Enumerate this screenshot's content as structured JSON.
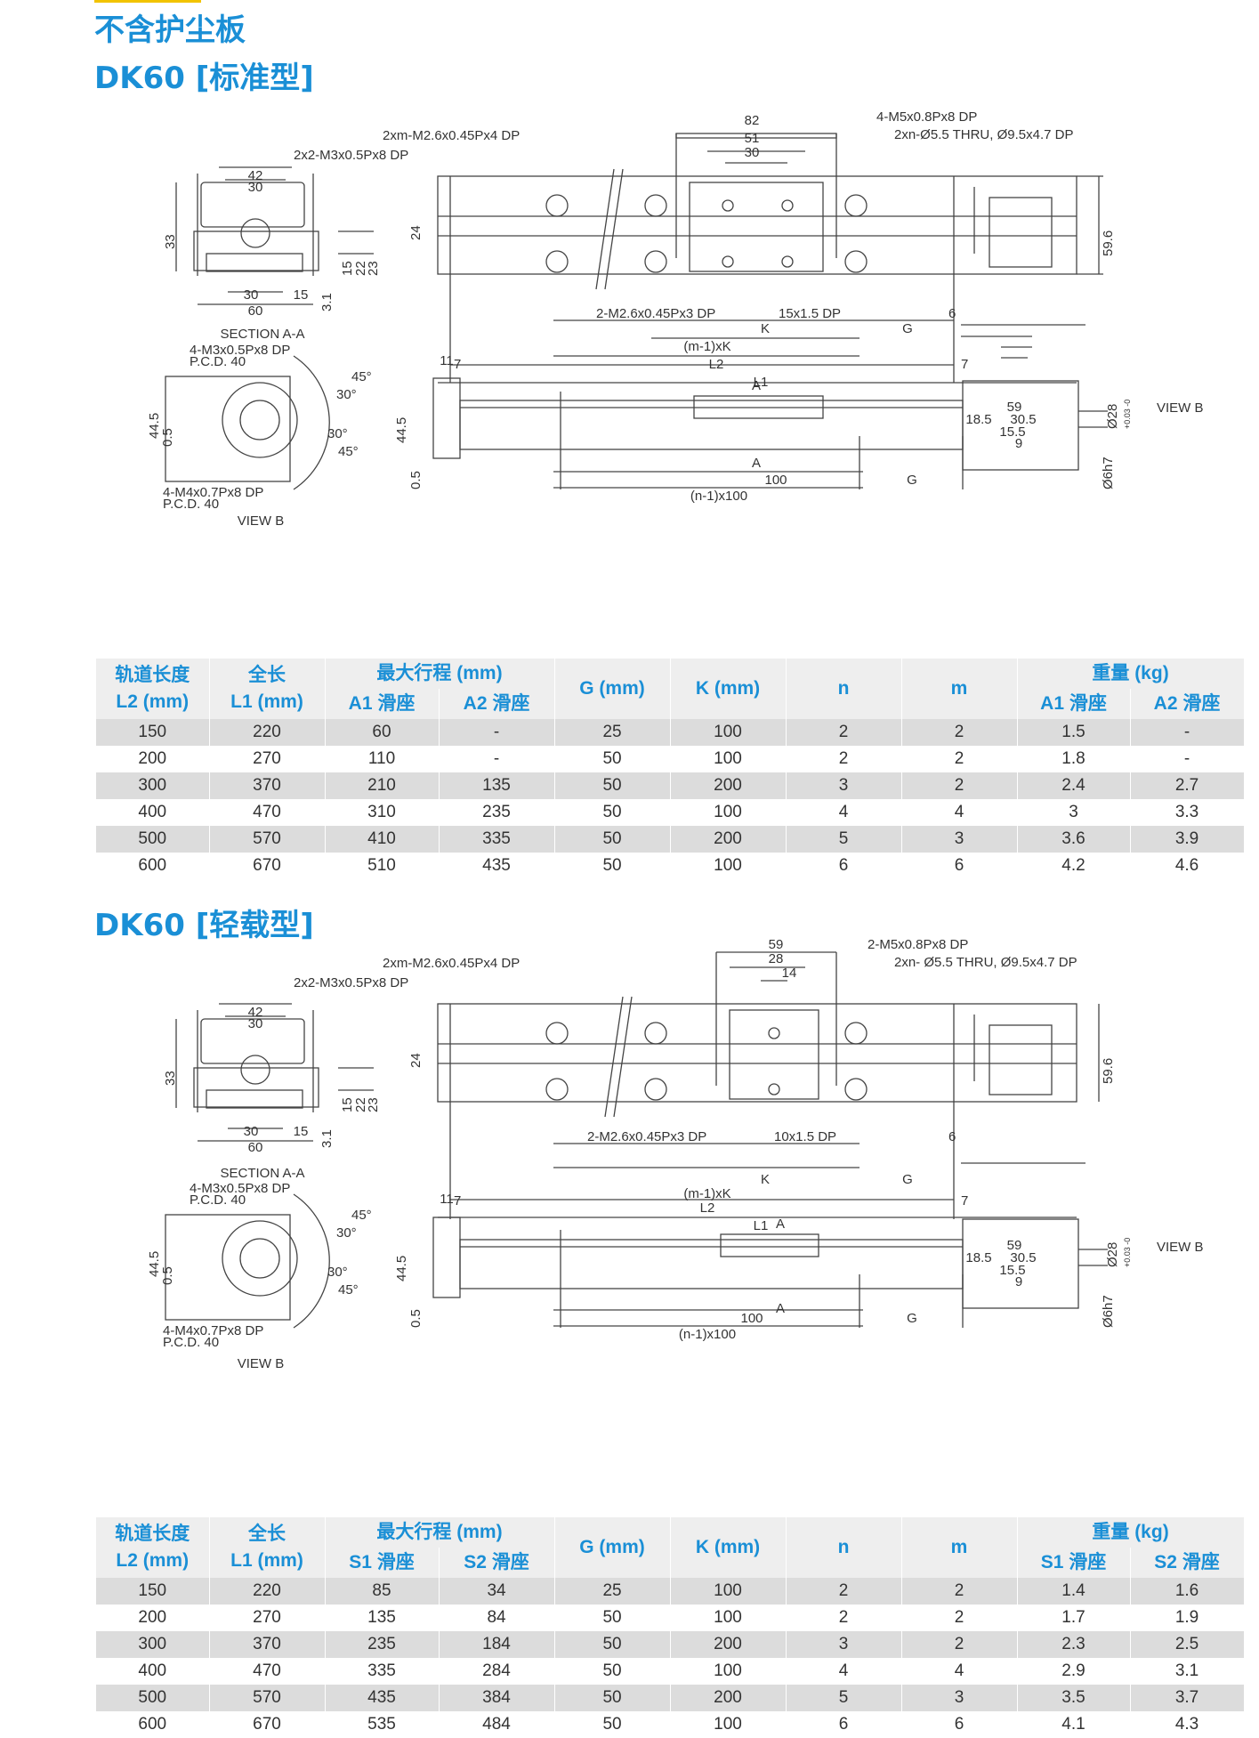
{
  "page": {
    "title_line1": "不含护尘板",
    "section1_title": "DK60 [标准型]",
    "section2_title": "DK60 [轻载型]"
  },
  "drawing1": {
    "labels": {
      "d82": "82",
      "d51": "51",
      "d30": "30",
      "m5": "4-M5x0.8Px8 DP",
      "thru": "2xn-Ø5.5 THRU, Ø9.5x4.7 DP",
      "m26": "2xm-M2.6x0.45Px4 DP",
      "m3": "2x2-M3x0.5Px8 DP",
      "d42": "42",
      "d30b": "30",
      "d33": "33",
      "d24": "24",
      "d596": "59.6",
      "d15": "15",
      "d22": "22",
      "d23": "23",
      "d31": "3.1",
      "d30c": "30",
      "d15b": "15",
      "d60": "60",
      "section": "SECTION A-A",
      "m26b": "2-M2.6x0.45Px3 DP",
      "slot": "15x1.5 DP",
      "d6": "6",
      "k": "K",
      "g": "G",
      "m1k": "(m-1)xK",
      "l2": "L2",
      "l1": "L1",
      "d7a": "7",
      "d7b": "7",
      "d59": "59",
      "d185": "18.5",
      "d305": "30.5",
      "d155": "15.5",
      "d9": "9",
      "d11": "11",
      "d445": "44.5",
      "d05": "0.5",
      "d28": "Ø28",
      "tol": "+0.03 -0",
      "d6h7": "Ø6h7",
      "viewb": "VIEW B",
      "a_top": "A",
      "a_bot": "A",
      "d100": "100",
      "g2": "G",
      "n1": "(n-1)x100",
      "vb_m3": "4-M3x0.5Px8 DP",
      "vb_pcd1": "P.C.D. 40",
      "vb_m4": "4-M4x0.7Px8 DP",
      "vb_pcd2": "P.C.D. 40",
      "vb_45a": "45°",
      "vb_30a": "30°",
      "vb_30b": "30°",
      "vb_45b": "45°",
      "vb_445": "44.5",
      "vb_05": "0.5",
      "viewb_label": "VIEW B"
    }
  },
  "drawing2": {
    "labels": {
      "d59": "59",
      "d28": "28",
      "d14": "14",
      "m5": "2-M5x0.8Px8 DP",
      "thru": "2xn- Ø5.5 THRU, Ø9.5x4.7 DP",
      "m26": "2xm-M2.6x0.45Px4 DP",
      "m3": "2x2-M3x0.5Px8 DP",
      "d42": "42",
      "d30b": "30",
      "d33": "33",
      "d24": "24",
      "d596": "59.6",
      "d15": "15",
      "d22": "22",
      "d23": "23",
      "d31": "3.1",
      "d30c": "30",
      "d15b": "15",
      "d60": "60",
      "section": "SECTION A-A",
      "m26b": "2-M2.6x0.45Px3 DP",
      "slot": "10x1.5 DP",
      "d6": "6",
      "k": "K",
      "g": "G",
      "m1k": "(m-1)xK",
      "l2": "L2",
      "l1": "L1",
      "d7a": "7",
      "d7b": "7",
      "e59": "59",
      "d185": "18.5",
      "d305": "30.5",
      "d155": "15.5",
      "d9": "9",
      "d11": "11",
      "d445": "44.5",
      "d05": "0.5",
      "dd28": "Ø28",
      "tol": "+0.03 -0",
      "d6h7": "Ø6h7",
      "viewb": "VIEW B",
      "a_top": "A",
      "a_bot": "A",
      "d100": "100",
      "g2": "G",
      "n1": "(n-1)x100",
      "vb_m3": "4-M3x0.5Px8 DP",
      "vb_pcd1": "P.C.D. 40",
      "vb_m4": "4-M4x0.7Px8 DP",
      "vb_pcd2": "P.C.D. 40",
      "vb_45a": "45°",
      "vb_30a": "30°",
      "vb_30b": "30°",
      "vb_45b": "45°",
      "vb_445": "44.5",
      "vb_05": "0.5",
      "viewb_label": "VIEW B"
    }
  },
  "table1": {
    "headers": {
      "rail_length": "轨道长度\nL2 (mm)",
      "total_length": "全长\nL1 (mm)",
      "max_stroke": "最大行程 (mm)",
      "g": "G (mm)",
      "k": "K (mm)",
      "n": "n",
      "m": "m",
      "weight": "重量 (kg)",
      "stroke_sub1": "A1 滑座",
      "stroke_sub2": "A2 滑座",
      "weight_sub1": "A1 滑座",
      "weight_sub2": "A2 滑座"
    },
    "rows": [
      [
        "150",
        "220",
        "60",
        "-",
        "25",
        "100",
        "2",
        "2",
        "1.5",
        "-"
      ],
      [
        "200",
        "270",
        "110",
        "-",
        "50",
        "100",
        "2",
        "2",
        "1.8",
        "-"
      ],
      [
        "300",
        "370",
        "210",
        "135",
        "50",
        "200",
        "3",
        "2",
        "2.4",
        "2.7"
      ],
      [
        "400",
        "470",
        "310",
        "235",
        "50",
        "100",
        "4",
        "4",
        "3",
        "3.3"
      ],
      [
        "500",
        "570",
        "410",
        "335",
        "50",
        "200",
        "5",
        "3",
        "3.6",
        "3.9"
      ],
      [
        "600",
        "670",
        "510",
        "435",
        "50",
        "100",
        "6",
        "6",
        "4.2",
        "4.6"
      ]
    ]
  },
  "table2": {
    "headers": {
      "rail_length": "轨道长度\nL2 (mm)",
      "total_length": "全长\nL1 (mm)",
      "max_stroke": "最大行程 (mm)",
      "g": "G (mm)",
      "k": "K (mm)",
      "n": "n",
      "m": "m",
      "weight": "重量 (kg)",
      "stroke_sub1": "S1 滑座",
      "stroke_sub2": "S2 滑座",
      "weight_sub1": "S1 滑座",
      "weight_sub2": "S2 滑座"
    },
    "rows": [
      [
        "150",
        "220",
        "85",
        "34",
        "25",
        "100",
        "2",
        "2",
        "1.4",
        "1.6"
      ],
      [
        "200",
        "270",
        "135",
        "84",
        "50",
        "100",
        "2",
        "2",
        "1.7",
        "1.9"
      ],
      [
        "300",
        "370",
        "235",
        "184",
        "50",
        "200",
        "3",
        "2",
        "2.3",
        "2.5"
      ],
      [
        "400",
        "470",
        "335",
        "284",
        "50",
        "100",
        "4",
        "4",
        "2.9",
        "3.1"
      ],
      [
        "500",
        "570",
        "435",
        "384",
        "50",
        "200",
        "5",
        "3",
        "3.5",
        "3.7"
      ],
      [
        "600",
        "670",
        "535",
        "484",
        "50",
        "100",
        "6",
        "6",
        "4.1",
        "4.3"
      ]
    ]
  }
}
